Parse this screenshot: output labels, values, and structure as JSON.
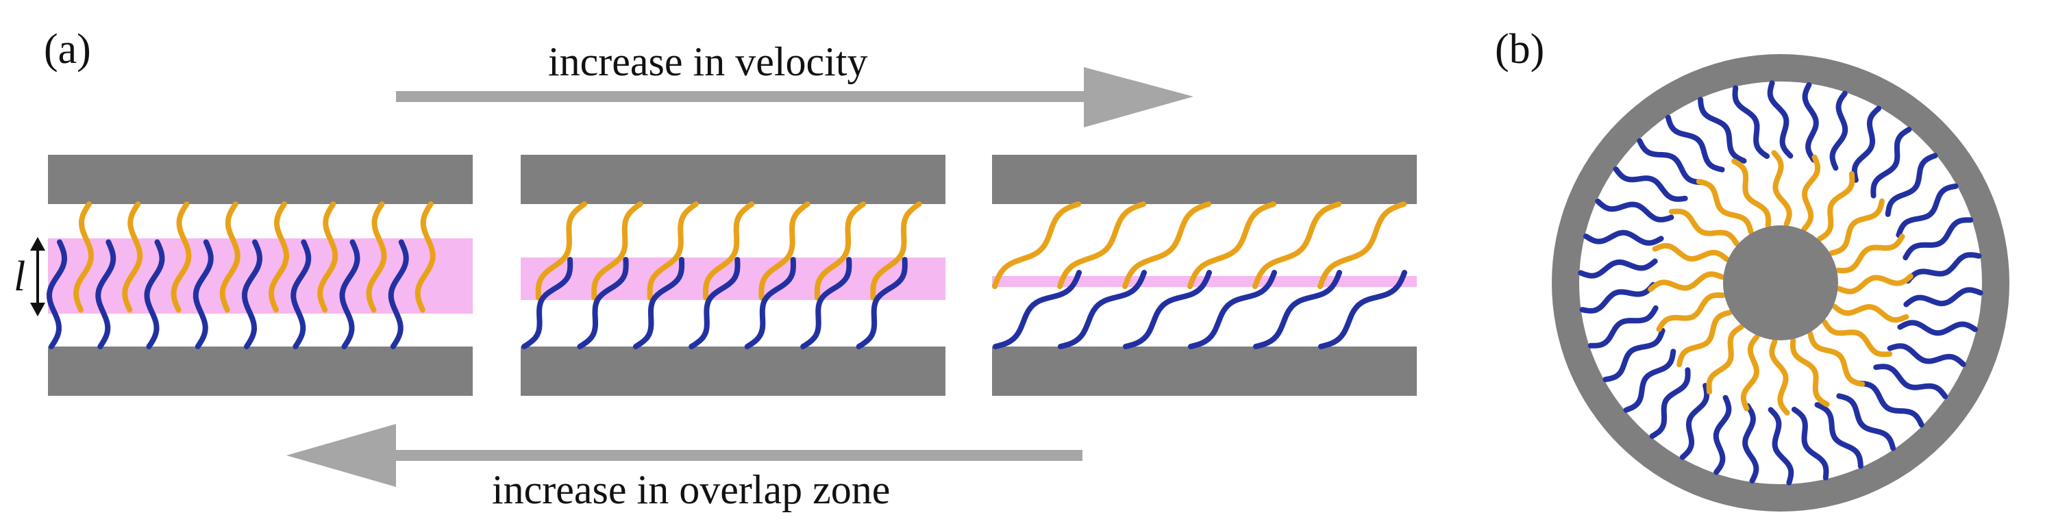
{
  "panels": {
    "a": {
      "label": "(a)",
      "top_arrow_text": "increase in velocity",
      "bottom_arrow_text": "increase in overlap zone",
      "length_symbol": "l"
    },
    "b": {
      "label": "(b)"
    }
  },
  "colors": {
    "wall": "#7f7f7f",
    "arrow": "#a6a6a6",
    "overlap_zone": "#f6b8f0",
    "orange_chain": "#e8a21a",
    "blue_chain": "#2231a1"
  }
}
